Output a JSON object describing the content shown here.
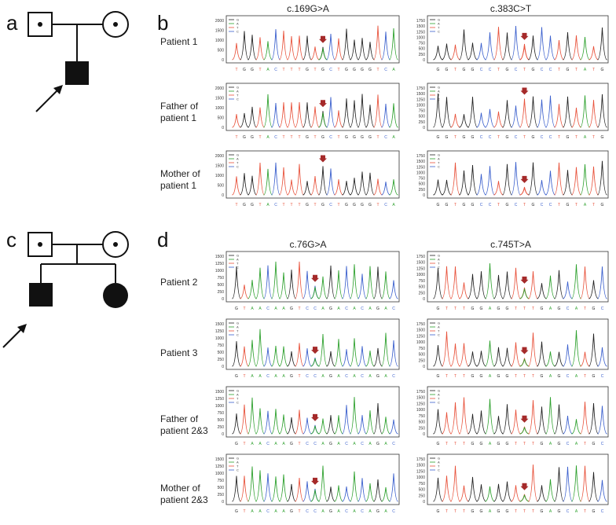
{
  "panels": {
    "a": "a",
    "b": "b",
    "c": "c",
    "d": "d"
  },
  "panel_b": {
    "columns": [
      "c.169G>A",
      "c.383C>T"
    ],
    "rows": [
      "Patient 1",
      "Father of\npatient 1",
      "Mother of\npatient 1"
    ],
    "yticks": [
      [
        "0",
        "500",
        "1000",
        "1500",
        "2000"
      ],
      [
        "0",
        "250",
        "500",
        "750",
        "1000",
        "1250",
        "1500",
        "1750"
      ]
    ],
    "sequences": [
      [
        "T",
        "G",
        "G",
        "T",
        "A",
        "C",
        "T",
        "T",
        "T",
        "G",
        "T",
        "G",
        "C",
        "T",
        "G",
        "G",
        "G",
        "G",
        "T",
        "C",
        "A"
      ],
      [
        "G",
        "G",
        "T",
        "G",
        "G",
        "C",
        "C",
        "T",
        "G",
        "C",
        "T",
        "G",
        "C",
        "C",
        "T",
        "G",
        "T",
        "A",
        "T",
        "G"
      ]
    ]
  },
  "panel_d": {
    "columns": [
      "c.76G>A",
      "c.745T>A"
    ],
    "rows": [
      "Patient 2",
      "Patient 3",
      "Father of\npatient 2&3",
      "Mother of\npatient 2&3"
    ],
    "yticks": [
      [
        "0",
        "250",
        "500",
        "750",
        "1000",
        "1250",
        "1500"
      ],
      [
        "0",
        "250",
        "500",
        "750",
        "1000",
        "1250",
        "1500",
        "1750"
      ]
    ],
    "sequences": [
      [
        "G",
        "T",
        "A",
        "A",
        "C",
        "A",
        "A",
        "G",
        "T",
        "C",
        "C",
        "A",
        "G",
        "A",
        "C",
        "A",
        "C",
        "A",
        "G",
        "A",
        "C"
      ],
      [
        "G",
        "T",
        "T",
        "T",
        "G",
        "G",
        "A",
        "G",
        "G",
        "T",
        "T",
        "T",
        "G",
        "A",
        "G",
        "C",
        "A",
        "T",
        "G",
        "C"
      ]
    ]
  },
  "legend": [
    "G",
    "A",
    "T",
    "C"
  ],
  "colors": {
    "G": "#222222",
    "A": "#2ca02c",
    "T": "#e8513a",
    "C": "#3a5fcd",
    "arrow": "#a52a2a"
  }
}
